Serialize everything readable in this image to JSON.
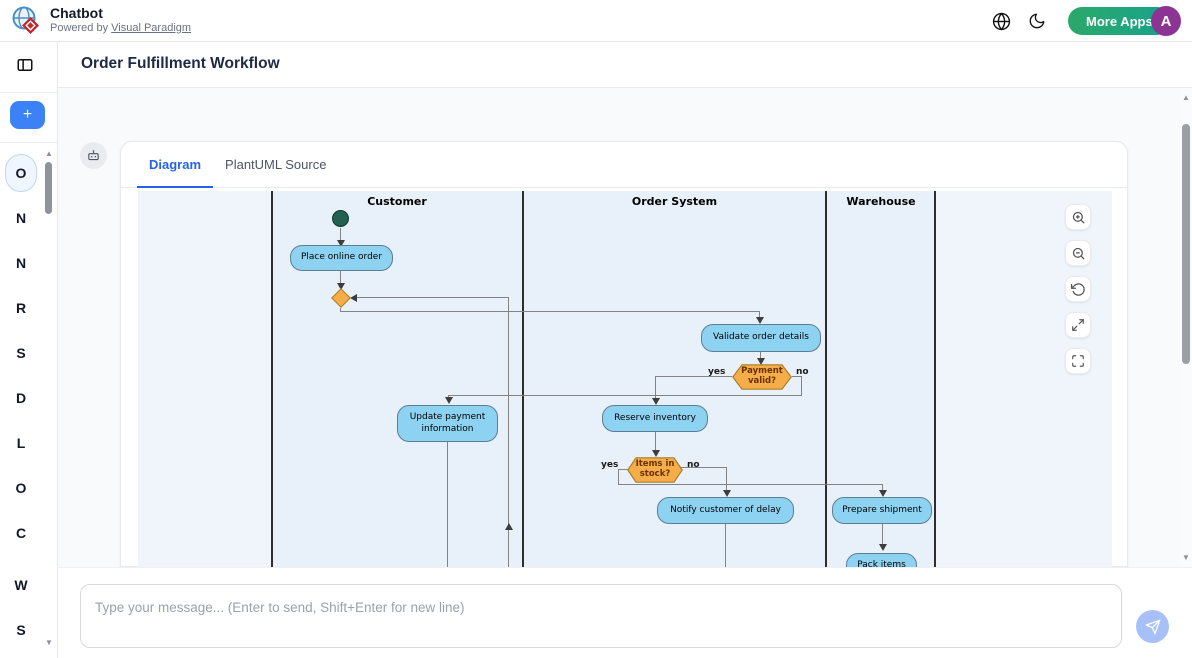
{
  "header": {
    "app_title": "Chatbot",
    "powered_by_prefix": "Powered by ",
    "powered_by_link": "Visual Paradigm",
    "more_apps_label": "More Apps",
    "avatar_letter": "A"
  },
  "sidebar": {
    "items": [
      {
        "letter": "O",
        "active": true
      },
      {
        "letter": "N",
        "active": false
      },
      {
        "letter": "N",
        "active": false
      },
      {
        "letter": "R",
        "active": false
      },
      {
        "letter": "S",
        "active": false
      },
      {
        "letter": "D",
        "active": false
      },
      {
        "letter": "L",
        "active": false
      },
      {
        "letter": "O",
        "active": false
      },
      {
        "letter": "C",
        "active": false
      },
      {
        "letter": "W",
        "active": false
      },
      {
        "letter": "S",
        "active": false
      }
    ],
    "add_label": "+"
  },
  "page": {
    "title": "Order Fulfillment Workflow"
  },
  "tabs": {
    "diagram": "Diagram",
    "plantuml": "PlantUML Source"
  },
  "diagram": {
    "lanes": [
      "Customer",
      "Order System",
      "Warehouse"
    ],
    "nodes": {
      "place_order": "Place online order",
      "validate": "Validate order details",
      "update_payment": "Update payment information",
      "reserve": "Reserve inventory",
      "notify": "Notify customer of delay",
      "prepare": "Prepare shipment",
      "pack": "Pack items"
    },
    "decisions": {
      "payment": "Payment valid?",
      "stock": "Items in stock?"
    },
    "branch_labels": {
      "yes": "yes",
      "no": "no"
    },
    "edges": [
      {
        "from": "start",
        "to": "place_order"
      },
      {
        "from": "place_order",
        "to": "merge"
      },
      {
        "from": "merge",
        "to": "validate"
      },
      {
        "from": "validate",
        "to": "payment_decision"
      },
      {
        "from": "payment_decision",
        "to": "reserve",
        "label": "yes"
      },
      {
        "from": "payment_decision",
        "to": "update_payment",
        "label": "no"
      },
      {
        "from": "update_payment",
        "to": "merge"
      },
      {
        "from": "reserve",
        "to": "stock_decision"
      },
      {
        "from": "stock_decision",
        "to": "prepare",
        "label": "yes"
      },
      {
        "from": "stock_decision",
        "to": "notify",
        "label": "no"
      },
      {
        "from": "prepare",
        "to": "pack"
      }
    ]
  },
  "zoom_controls": {
    "icons": [
      "zoom-in-icon",
      "zoom-out-icon",
      "reset-view-icon",
      "expand-icon",
      "fullscreen-icon"
    ]
  },
  "chat": {
    "input_placeholder": "Type your message... (Enter to send, Shift+Enter for new line)"
  },
  "colors": {
    "more_apps_gradient": [
      "#2ba96a",
      "#17a28b"
    ],
    "avatar_bg": "#8c3493",
    "add_button": "#3c82f6",
    "active_tab": "#2563eb",
    "activity_fill": "#8ed2f2",
    "activity_border": "#5b7e92",
    "decision_fill": "#f5ad49",
    "start_node": "#226052",
    "lane_bg": "#e8f1fa",
    "canvas_bg": "#f0f5fb",
    "send_button": "#a7c1f8"
  }
}
